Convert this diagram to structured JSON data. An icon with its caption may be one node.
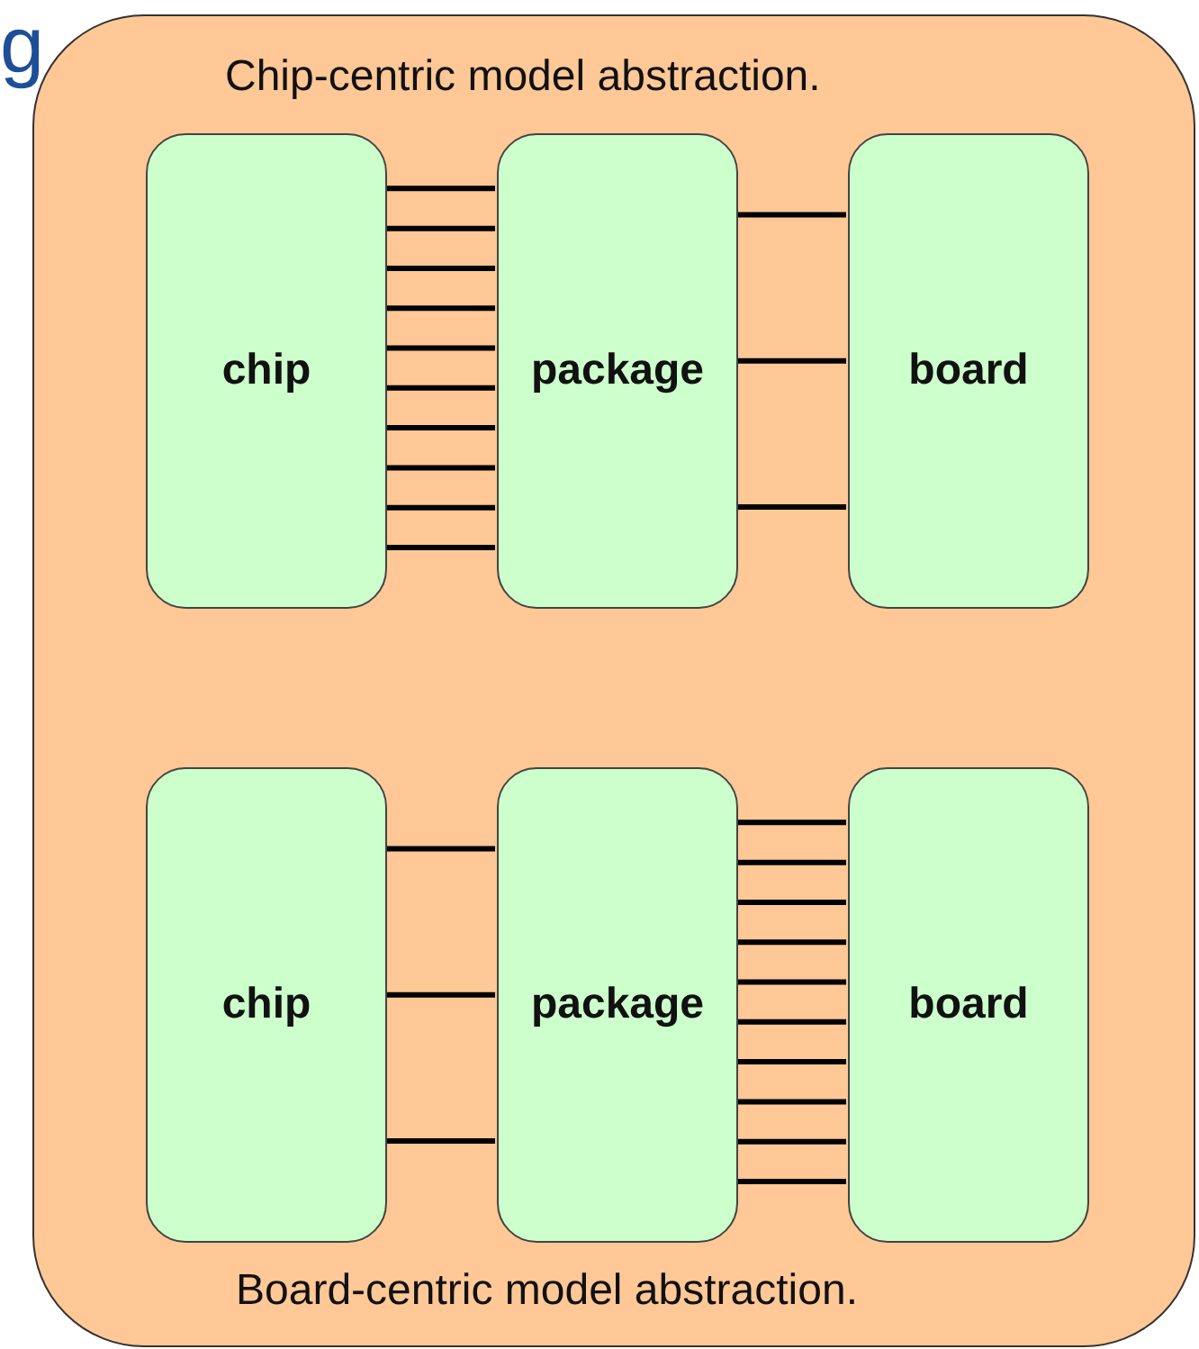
{
  "diagram": {
    "nodes": [
      {
        "text": [
          "Chip-centric model abstraction.",
          "Board-centric model abstraction."
        ]
      },
      {
        "text": [
          "chip"
        ],
        "in": 0
      },
      {
        "text": [
          "package"
        ],
        "in": 0
      },
      {
        "text": [
          "board"
        ],
        "in": 0
      },
      {
        "text": [
          "chip"
        ],
        "in": 0
      },
      {
        "text": [
          "package"
        ],
        "in": 0
      },
      {
        "text": [
          "board"
        ],
        "in": 0
      }
    ],
    "edges": [
      {
        "from": 1,
        "to": 2,
        "arrow": "none"
      },
      {
        "from": 1,
        "to": 2,
        "arrow": "none"
      },
      {
        "from": 1,
        "to": 2,
        "arrow": "none"
      },
      {
        "from": 1,
        "to": 2,
        "arrow": "none"
      },
      {
        "from": 1,
        "to": 2,
        "arrow": "none"
      },
      {
        "from": 1,
        "to": 2,
        "arrow": "none"
      },
      {
        "from": 1,
        "to": 2,
        "arrow": "none"
      },
      {
        "from": 1,
        "to": 2,
        "arrow": "none"
      },
      {
        "from": 1,
        "to": 2,
        "arrow": "none"
      },
      {
        "from": 1,
        "to": 2,
        "arrow": "none"
      },
      {
        "from": 2,
        "to": 3,
        "arrow": "none"
      },
      {
        "from": 2,
        "to": 3,
        "arrow": "none"
      },
      {
        "from": 2,
        "to": 3,
        "arrow": "none"
      },
      {
        "from": 4,
        "to": 5,
        "arrow": "none"
      },
      {
        "from": 4,
        "to": 5,
        "arrow": "none"
      },
      {
        "from": 4,
        "to": 5,
        "arrow": "none"
      },
      {
        "from": 5,
        "to": 6,
        "arrow": "none"
      },
      {
        "from": 5,
        "to": 6,
        "arrow": "none"
      },
      {
        "from": 5,
        "to": 6,
        "arrow": "none"
      },
      {
        "from": 5,
        "to": 6,
        "arrow": "none"
      },
      {
        "from": 5,
        "to": 6,
        "arrow": "none"
      },
      {
        "from": 5,
        "to": 6,
        "arrow": "none"
      },
      {
        "from": 5,
        "to": 6,
        "arrow": "none"
      },
      {
        "from": 5,
        "to": 6,
        "arrow": "none"
      },
      {
        "from": 5,
        "to": 6,
        "arrow": "none"
      },
      {
        "from": 5,
        "to": 6,
        "arrow": "none"
      }
    ],
    "labels": [
      "g"
    ]
  }
}
